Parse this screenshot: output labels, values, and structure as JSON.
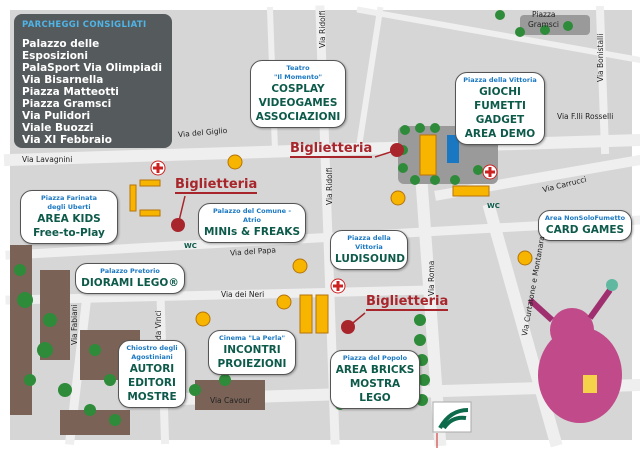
{
  "parking": {
    "title": "PARCHEGGI CONSIGLIATI",
    "items": [
      "Palazzo delle Esposizioni",
      "PalaSport Via Olimpiadi",
      "Via Bisarnella",
      "Piazza Matteotti",
      "Piazza Gramsci",
      "Via Pulidori",
      "Viale Buozzi",
      "Via XI Febbraio"
    ]
  },
  "ticket_label": "Biglietteria",
  "wc_label": "WC",
  "venues": {
    "teatro": {
      "sub1": "Teatro",
      "sub2": "\"Il Momento\"",
      "lines": [
        "COSPLAY",
        "VIDEOGAMES",
        "ASSOCIAZIONI"
      ]
    },
    "vittoria": {
      "sub1": "Piazza della Vittoria",
      "lines": [
        "GIOCHI",
        "FUMETTI",
        "GADGET",
        "AREA DEMO"
      ]
    },
    "kids": {
      "sub1": "Piazza Farinata",
      "sub2": "degli Uberti",
      "lines": [
        "AREA KIDS",
        "Free-to-Play"
      ]
    },
    "comune": {
      "sub1": "Palazzo del Comune - Atrio",
      "lines": [
        "MINIs & FREAKS"
      ]
    },
    "ludisound": {
      "sub1": "Piazza della Vittoria",
      "lines": [
        "LUDISOUND"
      ]
    },
    "cardgames": {
      "sub1": "Area NonSoloFumetto",
      "lines": [
        "CARD GAMES"
      ]
    },
    "diorami": {
      "sub1": "Palazzo Pretorio",
      "lines": [
        "DIORAMI LEGO®"
      ]
    },
    "chiostro": {
      "sub1": "Chiostro degli",
      "sub2": "Agostiniani",
      "lines": [
        "AUTORI",
        "EDITORI",
        "MOSTRE"
      ]
    },
    "cinema": {
      "sub1": "Cinema \"La Perla\"",
      "lines": [
        "INCONTRI",
        "PROIEZIONI"
      ]
    },
    "popolo": {
      "sub1": "Piazza del Popolo",
      "lines": [
        "AREA BRICKS",
        "MOSTRA LEGO"
      ]
    }
  },
  "streets": {
    "ridolfi": "Via Ridolfi",
    "giglio": "Via del Giglio",
    "lavagnini": "Via Lavagnini",
    "papa": "Via del Papa",
    "neri": "Via dei Neri",
    "fabiani": "Via Fabiani",
    "vinci": "da Vinci",
    "cavour": "Via Cavour",
    "roma": "Via Roma",
    "curtatone": "Via Curtatone e Montanara",
    "carrucci": "Via Carrucci",
    "rosselli": "Via F.lli Rosselli",
    "bonistalli": "Via Bonistalli",
    "gramsci1": "Piazza",
    "gramsci2": "Gramsci"
  },
  "colors": {
    "ticket": "#a8252b",
    "venue_dot": "#f7b500",
    "title": "#0d5a4a",
    "sub": "#1a78c2"
  }
}
